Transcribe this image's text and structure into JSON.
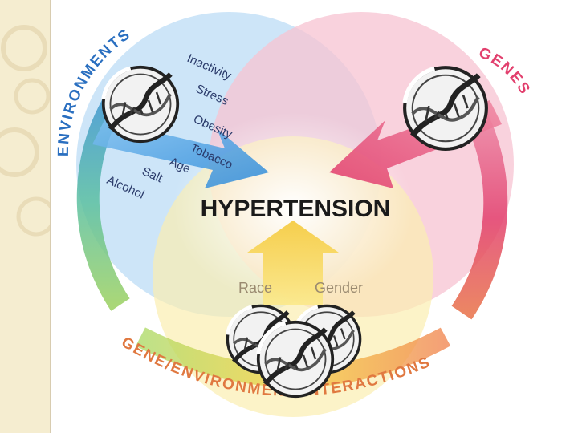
{
  "diagram": {
    "title": "HYPERTENSION",
    "circles": {
      "environments": {
        "label": "ENVIRONMENTS",
        "color": "#3a8fd8"
      },
      "genes": {
        "label": "GENES",
        "color": "#e2406e"
      },
      "interactions": {
        "label": "GENE/ENVIRONMENT INTERACTIONS",
        "color": "#e88848"
      }
    },
    "environment_factors": [
      "Inactivity",
      "Stress",
      "Obesity",
      "Tobacco",
      "Age",
      "Salt",
      "Alcohol"
    ],
    "interaction_factors": [
      "Race",
      "Gender"
    ],
    "icons": [
      "dna-in-circle-icon"
    ]
  },
  "colors": {
    "background_side": "#f5edd0",
    "title": "#1a1a1a",
    "factor_text": "#2a3a6a",
    "interaction_text": "#9a8a70"
  }
}
